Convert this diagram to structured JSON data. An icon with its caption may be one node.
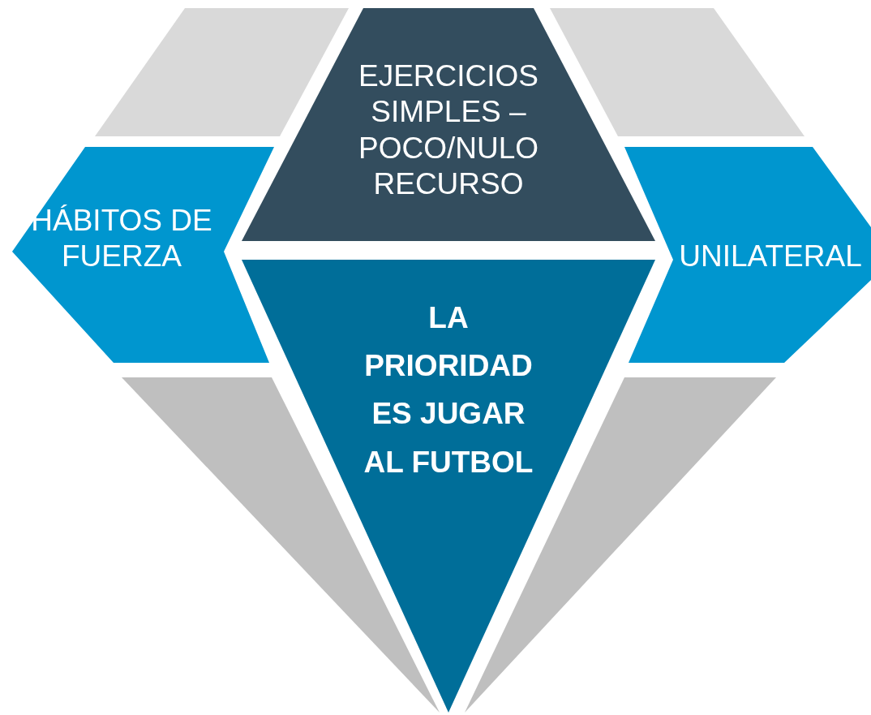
{
  "diagram": {
    "nodes": [
      {
        "text": [],
        "shape": "trapezoid"
      },
      {
        "text": [
          "EJERCICIOS SIMPLES – POCO/NULO RECURSO"
        ]
      },
      {
        "text": [],
        "shape": "trapezoid"
      },
      {
        "text": [
          "HÁBITOS DE FUERZA"
        ]
      },
      {
        "text": [
          "UNILATERAL"
        ]
      },
      {
        "text": [
          "LA PRIORIDAD ES JUGAR AL FUTBOL"
        ]
      },
      {
        "text": [],
        "shape": "trapezoid"
      },
      {
        "text": [],
        "shape": "trapezoid"
      }
    ]
  }
}
